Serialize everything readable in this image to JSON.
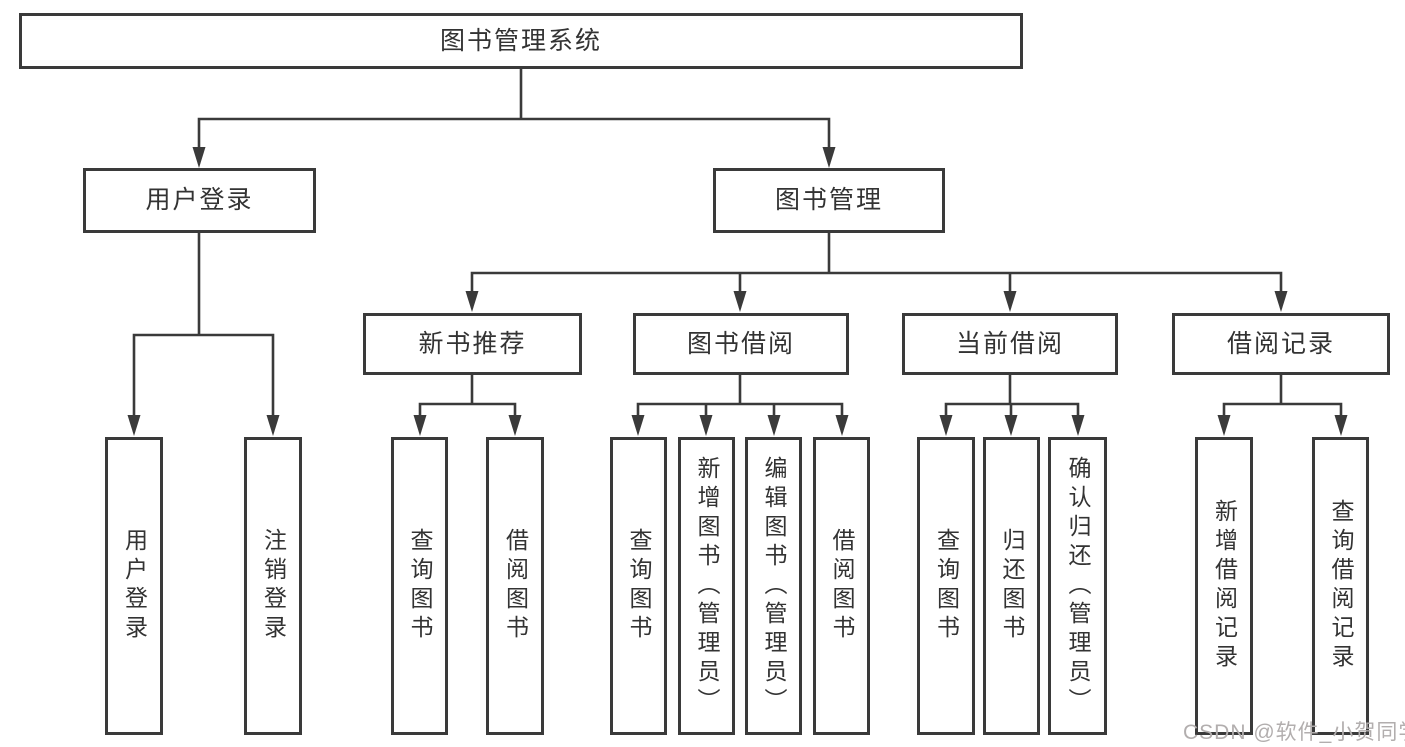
{
  "diagram": {
    "title": "图书管理系统",
    "branches": [
      {
        "label": "用户登录",
        "children": [
          {
            "label": "用户登录"
          },
          {
            "label": "注销登录"
          }
        ]
      },
      {
        "label": "图书管理",
        "children": [
          {
            "label": "新书推荐",
            "children": [
              {
                "label": "查询图书"
              },
              {
                "label": "借阅图书"
              }
            ]
          },
          {
            "label": "图书借阅",
            "children": [
              {
                "label": "查询图书"
              },
              {
                "label": "新增图书（管理员）"
              },
              {
                "label": "编辑图书（管理员）"
              },
              {
                "label": "借阅图书"
              }
            ]
          },
          {
            "label": "当前借阅",
            "children": [
              {
                "label": "查询图书"
              },
              {
                "label": "归还图书"
              },
              {
                "label": "确认归还（管理员）"
              }
            ]
          },
          {
            "label": "借阅记录",
            "children": [
              {
                "label": "新增借阅记录"
              },
              {
                "label": "查询借阅记录"
              }
            ]
          }
        ]
      }
    ],
    "line_color": "#3a3a3a",
    "box_background": "#ffffff",
    "text_color": "#333333"
  },
  "watermark": {
    "text": "CSDN @软件_小贺同学",
    "color": "#b2aeae"
  }
}
